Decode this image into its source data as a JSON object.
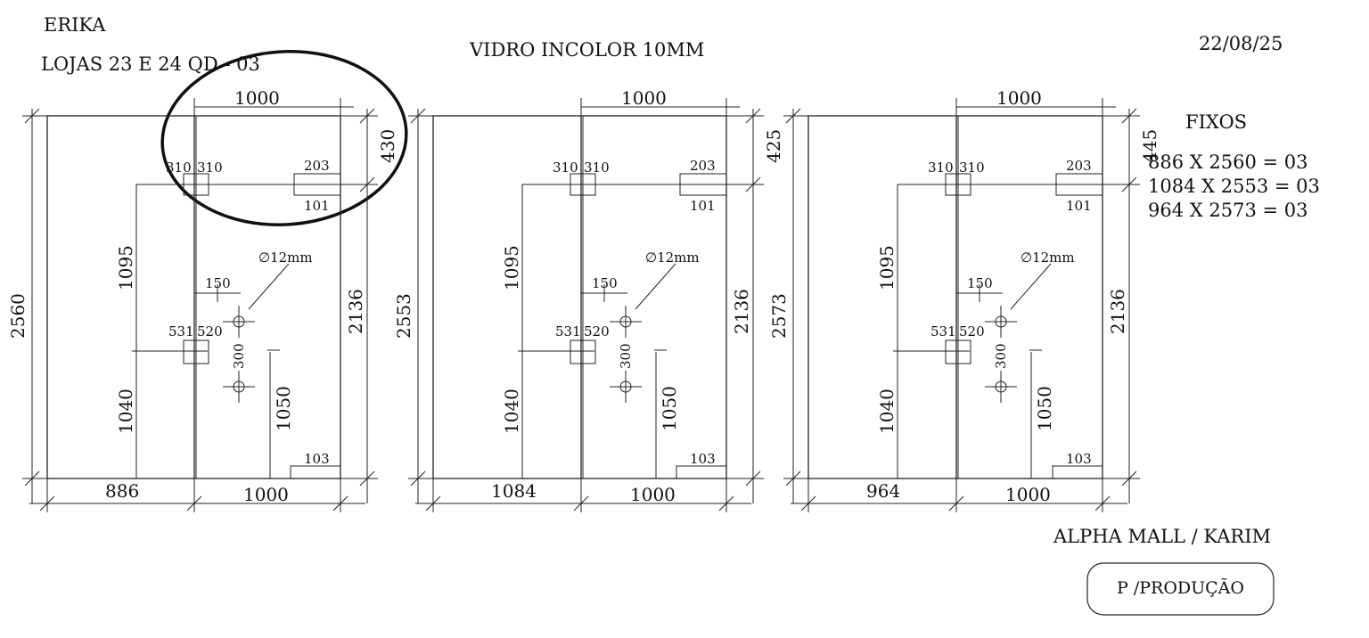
{
  "header": {
    "client": "ERIKA",
    "location": "LOJAS  23  E 24  QD - 03",
    "material": "VIDRO INCOLOR 10MM",
    "date": "22/08/25"
  },
  "fixos": {
    "title": "FIXOS",
    "items": [
      "886 X 2560 = 03",
      "1084 X 2553 = 03",
      "964 X 2573 = 03"
    ]
  },
  "footer": {
    "project": "ALPHA MALL / KARIM",
    "stamp": "P /PRODUÇÃO"
  },
  "units": [
    {
      "fixed_width": "886",
      "total_height": "2560",
      "top_gap": "430"
    },
    {
      "fixed_width": "1084",
      "total_height": "2553",
      "top_gap": "425"
    },
    {
      "fixed_width": "964",
      "total_height": "2573",
      "top_gap": "445"
    }
  ],
  "common": {
    "door_width": "1000",
    "door_height": "2136",
    "hinge_left": "310",
    "hinge_right": "310",
    "lock_top": "203",
    "lock_bottom": "101",
    "upper_height": "1095",
    "lower_height": "1040",
    "hole_label": "∅12mm",
    "handle_offset": "150",
    "pivot_left": "531",
    "pivot_right": "520",
    "hole_spacing": "300",
    "floor_height": "1050",
    "bottom_notch": "103"
  }
}
